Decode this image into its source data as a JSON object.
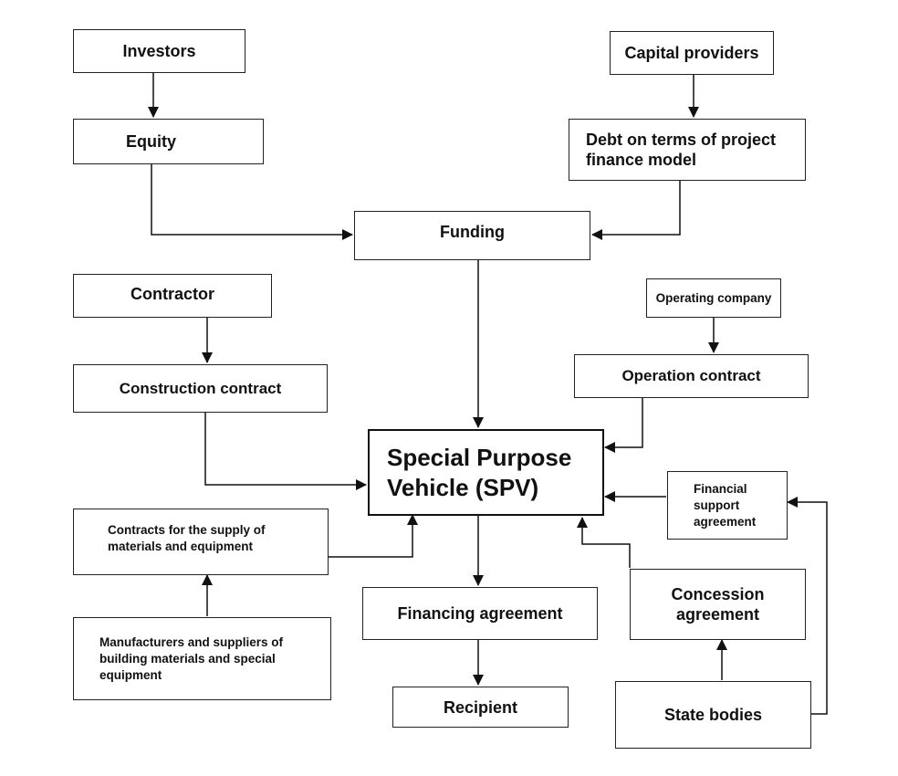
{
  "nodes": {
    "investors": "Investors",
    "capital_providers": "Capital providers",
    "equity": "Equity",
    "debt": "Debt on terms of project finance model",
    "funding": "Funding",
    "contractor": "Contractor",
    "operating_company": "Operating company",
    "construction_contract": "Construction contract",
    "operation_contract": "Operation contract",
    "spv": "Special Purpose Vehicle (SPV)",
    "supply_contracts": "Contracts for the supply of materials and equipment",
    "financial_support": "Financial support agreement",
    "manufacturers": "Manufacturers and suppliers of building materials and special equipment",
    "financing_agreement": "Financing agreement",
    "concession_agreement": "Concession agreement",
    "recipient": "Recipient",
    "state_bodies": "State bodies"
  },
  "edges": [
    {
      "from": "investors",
      "to": "equity"
    },
    {
      "from": "capital_providers",
      "to": "debt"
    },
    {
      "from": "equity",
      "to": "funding"
    },
    {
      "from": "debt",
      "to": "funding"
    },
    {
      "from": "funding",
      "to": "spv"
    },
    {
      "from": "contractor",
      "to": "construction_contract"
    },
    {
      "from": "construction_contract",
      "to": "spv"
    },
    {
      "from": "operating_company",
      "to": "operation_contract"
    },
    {
      "from": "operation_contract",
      "to": "spv"
    },
    {
      "from": "supply_contracts",
      "to": "spv"
    },
    {
      "from": "manufacturers",
      "to": "supply_contracts"
    },
    {
      "from": "financial_support",
      "to": "spv"
    },
    {
      "from": "concession_agreement",
      "to": "spv"
    },
    {
      "from": "state_bodies",
      "to": "concession_agreement"
    },
    {
      "from": "state_bodies",
      "to": "financial_support"
    },
    {
      "from": "spv",
      "to": "financing_agreement"
    },
    {
      "from": "financing_agreement",
      "to": "recipient"
    }
  ]
}
